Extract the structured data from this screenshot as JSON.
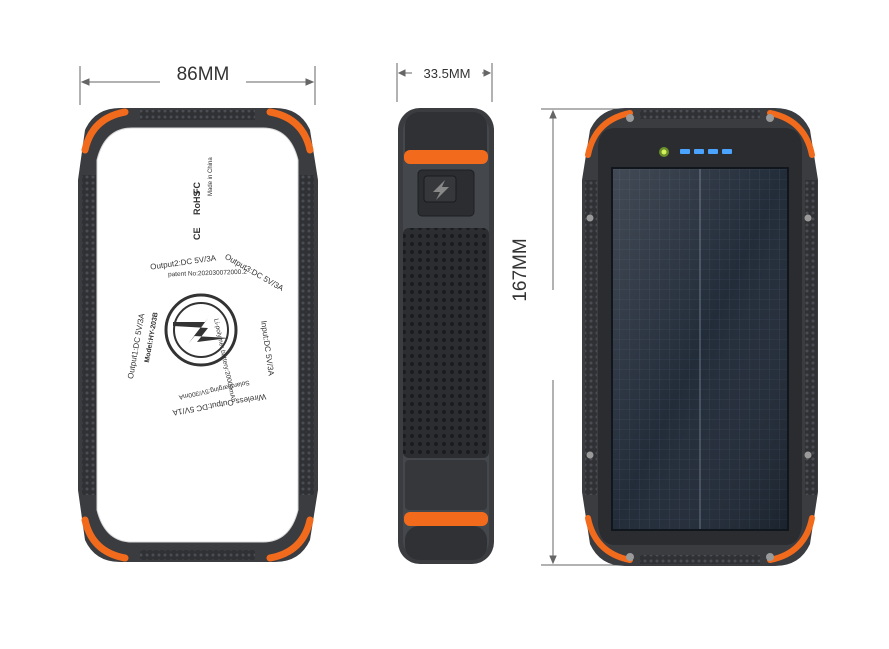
{
  "dimensions": {
    "width": "86MM",
    "depth": "33.5MM",
    "height": "167MM"
  },
  "back_label": {
    "ring_texts": [
      "Output2:DC 5V/3A",
      "Output3:DC 5V/3A",
      "Input:DC 5V/3A",
      "Solarcharging:5V/300mA",
      "Wireless Output:DC 5V/1A",
      "Output1:DC 5V/3A"
    ],
    "patent": "patent No:202030072000.2",
    "model": "Model:HY-203B",
    "battery": "Li-polymer battery:20000mAh",
    "cert_rohs": "RoHS",
    "cert_fc": "FC",
    "cert_ce": "CE",
    "made_in": "Made in China"
  },
  "colors": {
    "accent": "#f26b1d",
    "body": "#3a3c40",
    "panel": "#1c2430",
    "indicator": "#4aa3ff"
  }
}
